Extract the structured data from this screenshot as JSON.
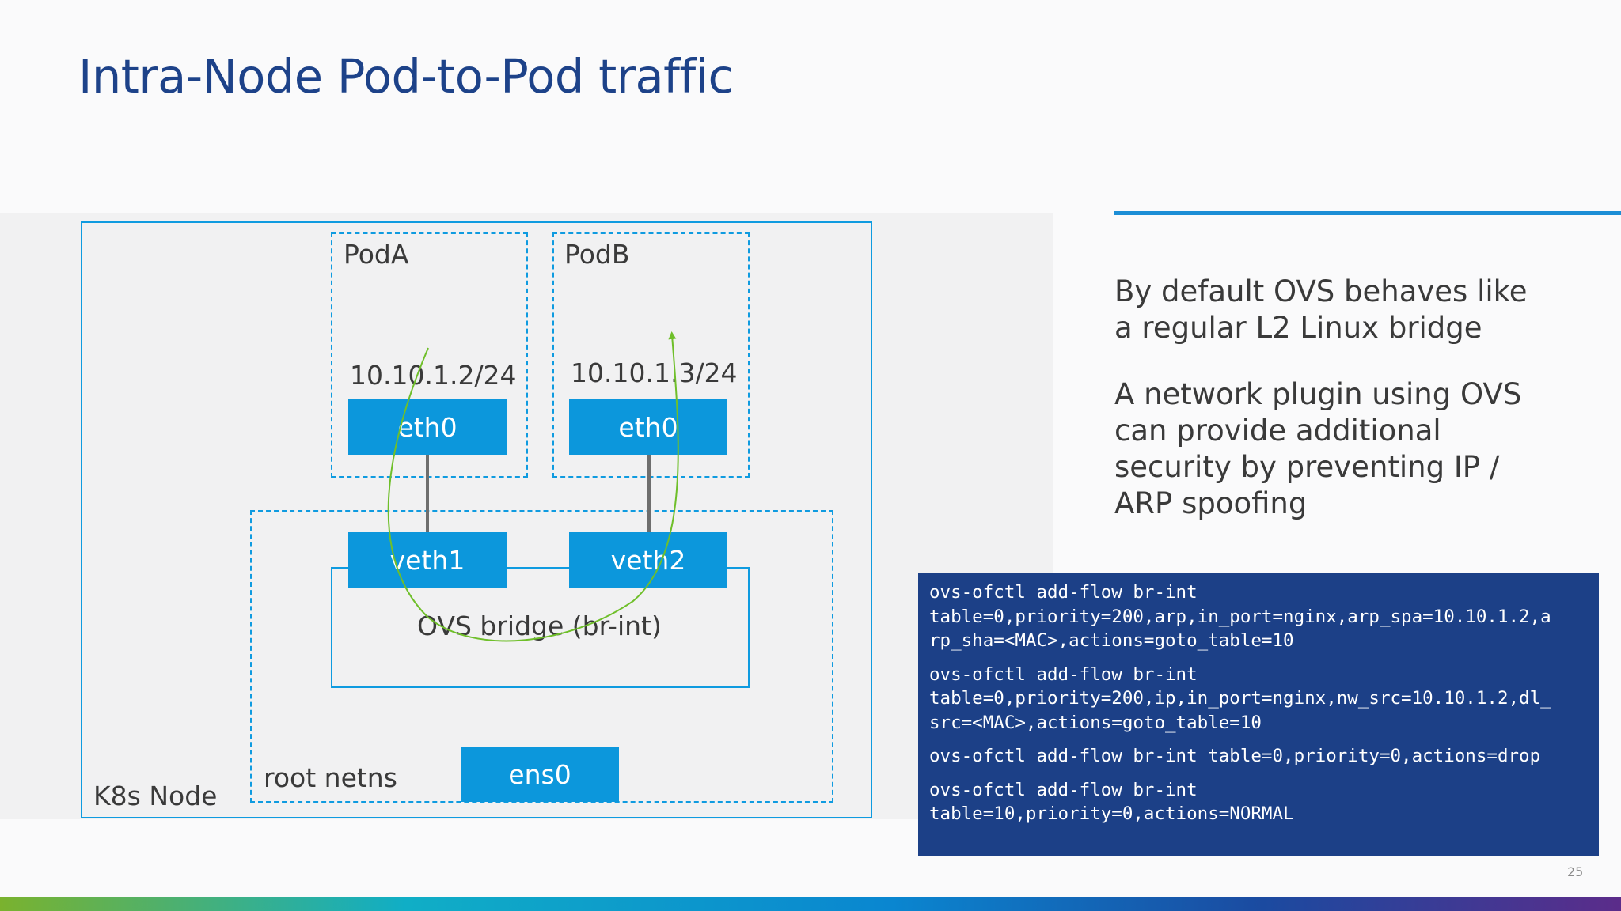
{
  "title": "Intra-Node Pod-to-Pod traffic",
  "diagram": {
    "node_label": "K8s Node",
    "pod_a": {
      "label": "PodA",
      "ip": "10.10.1.2/24",
      "interface": "eth0"
    },
    "pod_b": {
      "label": "PodB",
      "ip": "10.10.1.3/24",
      "interface": "eth0"
    },
    "veth1": "veth1",
    "veth2": "veth2",
    "bridge_label": "OVS bridge (br-int)",
    "root_netns_label": "root netns",
    "host_interface": "ens0"
  },
  "side_text": {
    "paragraph1": [
      "By default OVS behaves like",
      "a regular L2 Linux bridge"
    ],
    "paragraph2": [
      "A network plugin using OVS",
      "can provide additional",
      "security by preventing IP /",
      "ARP spoofing"
    ]
  },
  "code": {
    "rule1": [
      "ovs-ofctl add-flow br-int",
      "table=0,priority=200,arp,in_port=nginx,arp_spa=10.10.1.2,a",
      "rp_sha=<MAC>,actions=goto_table=10"
    ],
    "rule2": [
      "ovs-ofctl add-flow br-int",
      "table=0,priority=200,ip,in_port=nginx,nw_src=10.10.1.2,dl_",
      "src=<MAC>,actions=goto_table=10"
    ],
    "rule3": [
      "ovs-ofctl add-flow br-int table=0,priority=0,actions=drop"
    ],
    "rule4": [
      "ovs-ofctl add-flow br-int",
      "table=10,priority=0,actions=NORMAL"
    ]
  },
  "page_number": "25",
  "colors": {
    "title": "#1d4289",
    "accent_blue": "#0c97dc",
    "code_background": "#1c4087",
    "traffic_arrow": "#6fbf2a"
  }
}
